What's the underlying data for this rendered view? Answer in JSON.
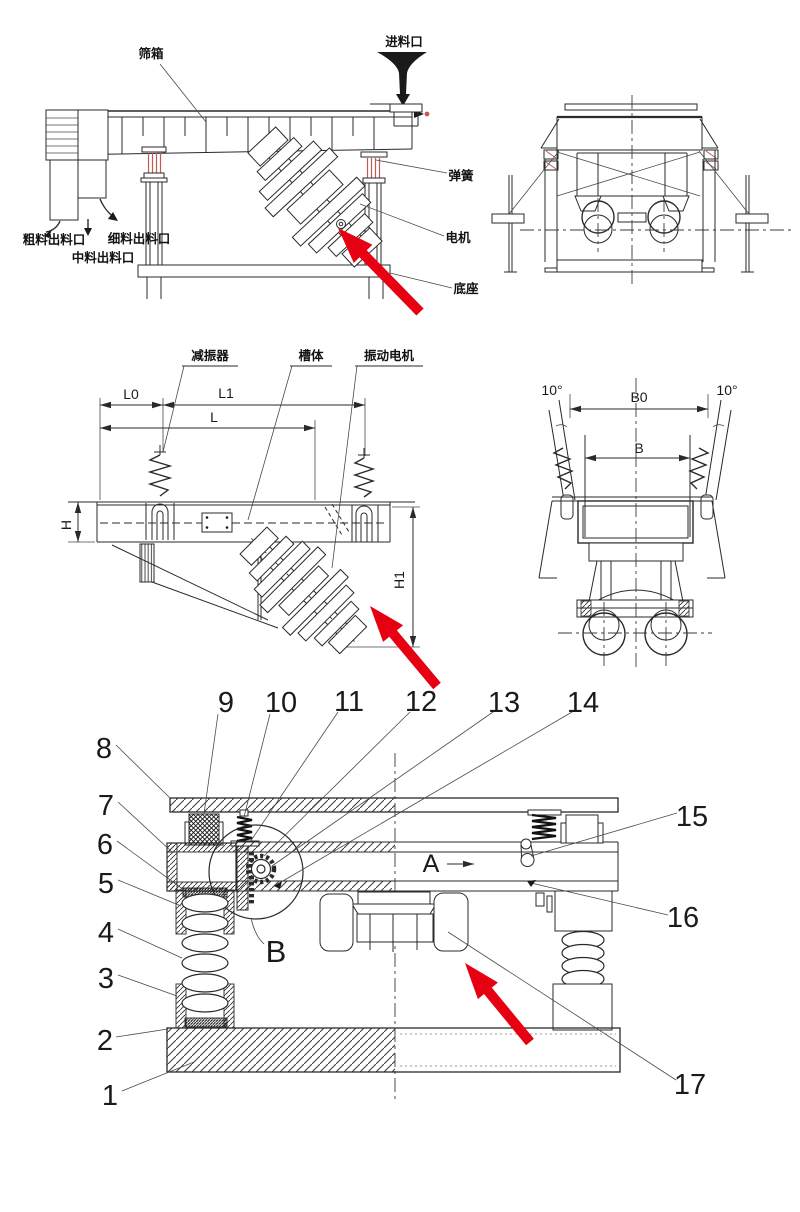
{
  "colors": {
    "line": "#2a2a2a",
    "red_arrow": "#e60012",
    "accent_red": "#c25b52"
  },
  "top_view": {
    "labels": {
      "sieve_box": "筛箱",
      "feed_inlet": "进料口",
      "spring": "弹簧",
      "motor": "电机",
      "base": "底座",
      "coarse_outlet": "粗料出料口",
      "medium_outlet": "中料出料口",
      "fine_outlet": "细料出料口"
    }
  },
  "middle_view": {
    "labels": {
      "damper": "减振器",
      "trough": "槽体",
      "vibration_motor": "振动电机"
    },
    "dimensions": {
      "l0": "L0",
      "l1": "L1",
      "l": "L",
      "h": "H",
      "h1": "H1",
      "b0": "B0",
      "b": "B",
      "angle_left": "10°",
      "angle_right": "10°"
    }
  },
  "bottom_view": {
    "part_numbers": [
      "1",
      "2",
      "3",
      "4",
      "5",
      "6",
      "7",
      "8",
      "9",
      "10",
      "11",
      "12",
      "13",
      "14",
      "15",
      "16",
      "17"
    ],
    "section_arrow_label": "A",
    "detail_circle_label": "B"
  }
}
